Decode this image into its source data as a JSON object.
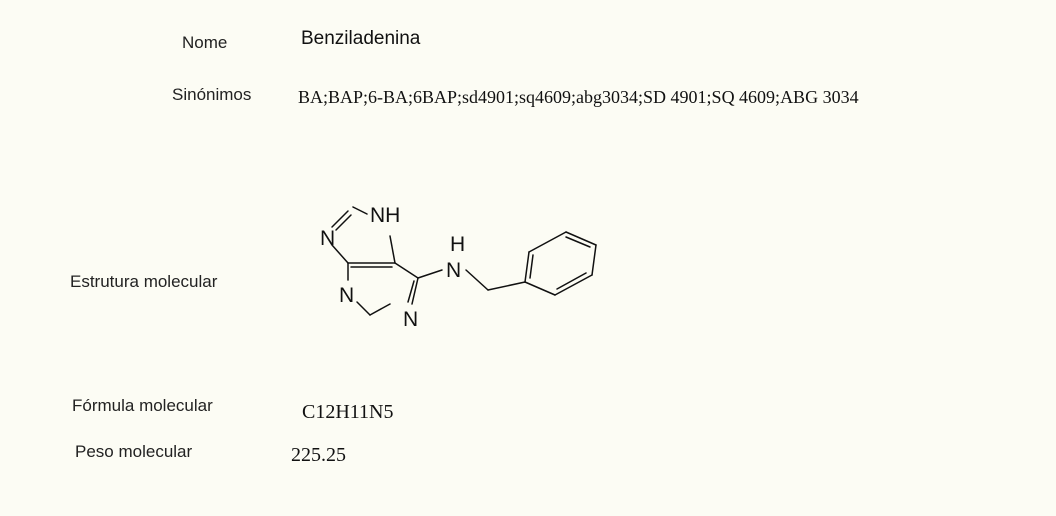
{
  "fields": {
    "name_label": "Nome",
    "name_value": "Benziladenina",
    "synonyms_label": "Sinónimos",
    "synonyms_value": "BA;BAP;6-BA;6BAP;sd4901;sq4609;abg3034;SD 4901;SQ 4609;ABG 3034",
    "structure_label": "Estrutura molecular",
    "formula_label": "Fórmula molecular",
    "formula_value": "C12H11N5",
    "weight_label": "Peso molecular",
    "weight_value": "225.25"
  },
  "structure": {
    "atoms": {
      "n_top_left": "N",
      "nh_top": "NH",
      "h_amine": "H",
      "n_amine": "N",
      "n_bottom_left": "N",
      "n_bottom_right": "N"
    }
  }
}
